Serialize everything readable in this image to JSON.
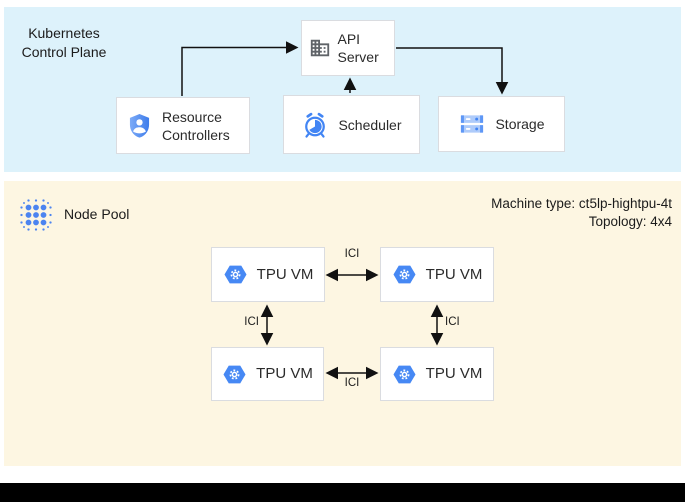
{
  "control_plane": {
    "label": "Kubernetes Control Plane",
    "boxes": {
      "api_server": {
        "label": "API Server",
        "icon": "building-icon"
      },
      "resource_controllers": {
        "label": "Resource Controllers",
        "icon": "shield-user-icon"
      },
      "scheduler": {
        "label": "Scheduler",
        "icon": "alarm-clock-icon"
      },
      "storage": {
        "label": "Storage",
        "icon": "server-stack-icon"
      }
    }
  },
  "node_pool": {
    "label": "Node Pool",
    "icon": "dot-grid-icon",
    "machine_type": "Machine type: ct5lp-hightpu-4t",
    "topology": "Topology: 4x4",
    "ici_label": "ICI",
    "tpu_vms": [
      {
        "label": "TPU VM"
      },
      {
        "label": "TPU VM"
      },
      {
        "label": "TPU VM"
      },
      {
        "label": "TPU VM"
      }
    ]
  },
  "colors": {
    "control_plane_panel": "#ddf2fb",
    "node_pool_panel": "#fdf6e2",
    "accent_blue": "#4285f4",
    "light_blue": "#aecbfa",
    "box_border": "#dadce0",
    "arrow": "#111111",
    "bottom_bar": "#000000"
  }
}
